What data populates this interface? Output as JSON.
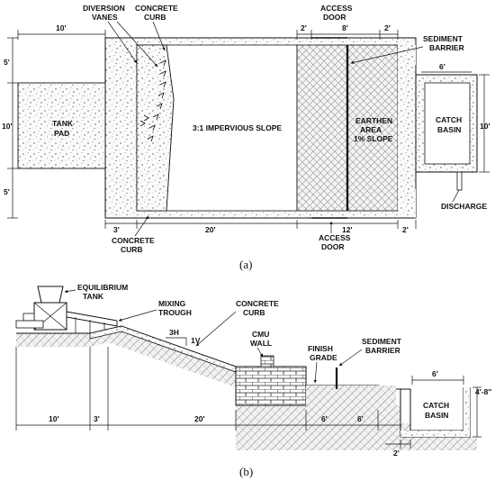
{
  "plan": {
    "labels": {
      "diversion_vanes": [
        "DIVERSION",
        "VANES"
      ],
      "concrete_curb_top": [
        "CONCRETE",
        "CURB"
      ],
      "access_door_top": [
        "ACCESS",
        "DOOR"
      ],
      "sediment_barrier": [
        "SEDIMENT",
        "BARRIER"
      ],
      "tank_pad": [
        "TANK",
        "PAD"
      ],
      "slope": "3:1 IMPERVIOUS SLOPE",
      "earthen_area": [
        "EARTHEN",
        "AREA",
        "1% SLOPE"
      ],
      "catch_basin": [
        "CATCH",
        "BASIN"
      ],
      "discharge": "DISCHARGE",
      "concrete_curb_bottom": [
        "CONCRETE",
        "CURB"
      ],
      "access_door_bottom": [
        "ACCESS",
        "DOOR"
      ]
    },
    "dims": {
      "top_10": "10'",
      "top_2a": "2'",
      "top_8": "8'",
      "top_2b": "2'",
      "left_5a": "5'",
      "left_10": "10'",
      "left_5b": "5'",
      "basin_6": "6'",
      "basin_10": "10'",
      "bot_3": "3'",
      "bot_20": "20'",
      "bot_12": "12'",
      "bot_2": "2'"
    },
    "caption": "(a)"
  },
  "section": {
    "labels": {
      "equilibrium_tank": [
        "EQUILIBRIUM",
        "TANK"
      ],
      "mixing_trough": [
        "MIXING",
        "TROUGH"
      ],
      "concrete_curb": [
        "CONCRETE",
        "CURB"
      ],
      "slope_3h": "3H",
      "slope_1v": "1V",
      "cmu_wall": [
        "CMU",
        "WALL"
      ],
      "finish_grade": [
        "FINISH",
        "GRADE"
      ],
      "sediment_barrier": [
        "SEDIMENT",
        "BARRIER"
      ],
      "catch_basin": [
        "CATCH",
        "BASIN"
      ]
    },
    "dims": {
      "d10": "10'",
      "d3": "3'",
      "d20": "20'",
      "d6a": "6'",
      "d6b": "6'",
      "d6c": "6'",
      "d48": "4'-8\"",
      "d2": "2'"
    },
    "caption": "(b)"
  }
}
